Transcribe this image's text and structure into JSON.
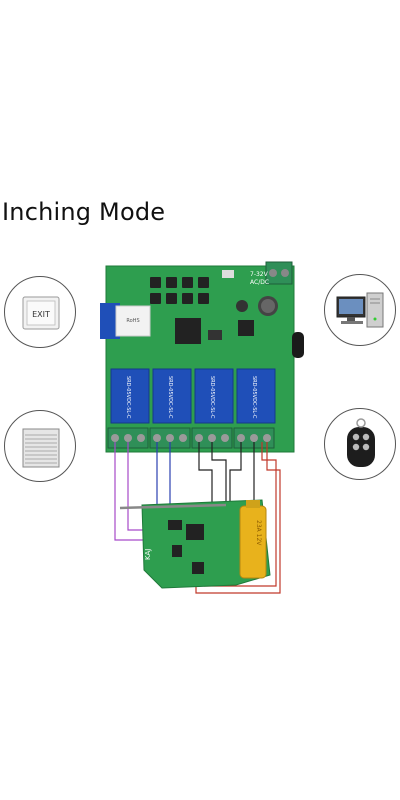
{
  "title": "Inching Mode",
  "icons": {
    "top_left": {
      "name": "exit-button-icon",
      "text": "EXIT"
    },
    "bottom_left": {
      "name": "roller-shutter-icon"
    },
    "top_right": {
      "name": "desktop-computer-icon"
    },
    "bottom_right": {
      "name": "car-key-remote-icon"
    }
  },
  "board": {
    "voltage_label": "7-32V",
    "power_label": "AC/DC",
    "module_label": "RoHS",
    "relay_label": "SRD-05VDC-SL-C",
    "remote_label": "KAJ",
    "battery_label": "23A 12V"
  },
  "colors": {
    "pcb_green": "#2e9e4f",
    "relay_blue": "#1f4fb8",
    "terminal_green": "#2f8f58",
    "battery_gold": "#e8b21c",
    "wire_red": "#c0392b",
    "wire_purple": "#a64ac9",
    "wire_blue": "#2b3fb0",
    "wire_black": "#222222"
  }
}
